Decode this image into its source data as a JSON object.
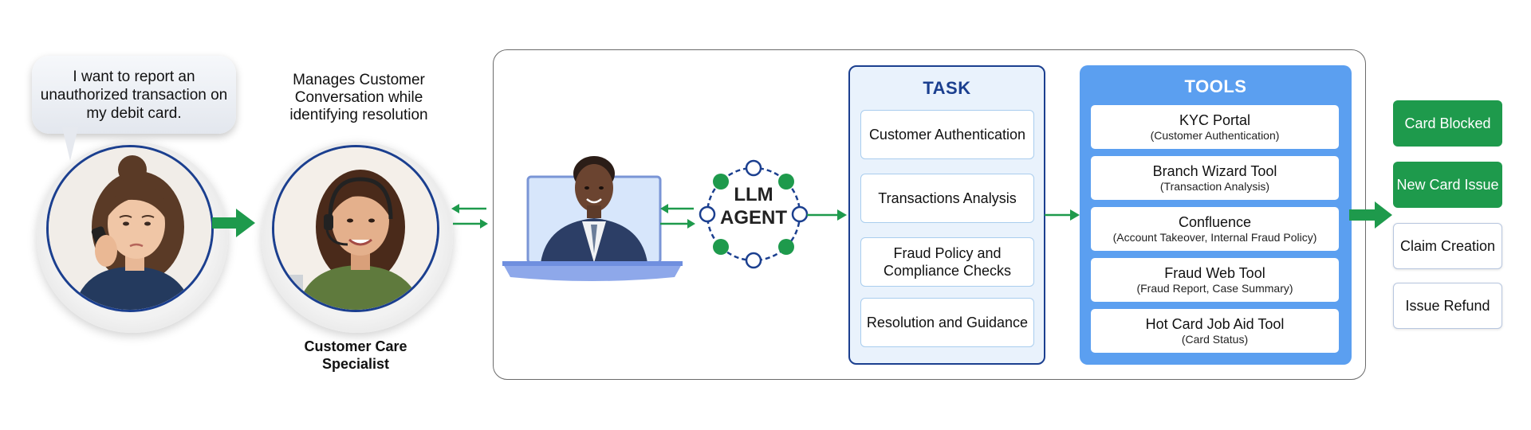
{
  "customer": {
    "speech": "I want to report an unauthorized transaction on my debit card."
  },
  "specialist": {
    "role_description": "Manages Customer Conversation while identifying resolution",
    "title": "Customer Care Specialist"
  },
  "agent": {
    "label_line1": "LLM",
    "label_line2": "AGENT"
  },
  "task": {
    "title": "TASK",
    "items": [
      "Customer Authentication",
      "Transactions Analysis",
      "Fraud Policy and Compliance Checks",
      "Resolution and Guidance"
    ]
  },
  "tools": {
    "title": "TOOLS",
    "items": [
      {
        "name": "KYC Portal",
        "detail": "(Customer Authentication)"
      },
      {
        "name": "Branch Wizard Tool",
        "detail": "(Transaction Analysis)"
      },
      {
        "name": "Confluence",
        "detail": "(Account Takeover, Internal Fraud Policy)"
      },
      {
        "name": "Fraud Web Tool",
        "detail": "(Fraud Report, Case Summary)"
      },
      {
        "name": "Hot Card Job Aid Tool",
        "detail": "(Card Status)"
      }
    ]
  },
  "outcomes": [
    {
      "label": "Card Blocked",
      "style": "green"
    },
    {
      "label": "New Card Issue",
      "style": "green"
    },
    {
      "label": "Claim Creation",
      "style": "outline"
    },
    {
      "label": "Issue Refund",
      "style": "outline"
    }
  ],
  "colors": {
    "accent_green": "#1e9a4c",
    "navy": "#1b3f8f",
    "tools_blue": "#5b9ff0",
    "task_bg": "#e9f2fc"
  }
}
